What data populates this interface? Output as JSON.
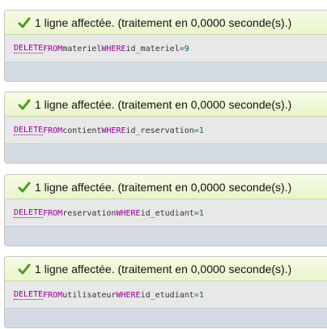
{
  "messages": [
    {
      "success_text": "1 ligne affectée. (traitement en 0,0000 seconde(s).)",
      "sql": {
        "delete": "DELETE",
        "from": "FROM",
        "table": "materiel",
        "where": "WHERE",
        "column": "id_materiel",
        "op": "=",
        "value": "9"
      }
    },
    {
      "success_text": "1 ligne affectée. (traitement en 0,0000 seconde(s).)",
      "sql": {
        "delete": "DELETE",
        "from": "FROM",
        "table": "contient",
        "where": "WHERE",
        "column": "id_reservation",
        "op": "=",
        "value": "1"
      }
    },
    {
      "success_text": "1 ligne affectée. (traitement en 0,0000 seconde(s).)",
      "sql": {
        "delete": "DELETE",
        "from": "FROM",
        "table": "reservation",
        "where": "WHERE",
        "column": "id_etudiant",
        "op": "=",
        "value": "1"
      }
    },
    {
      "success_text": "1 ligne affectée. (traitement en 0,0000 seconde(s).)",
      "sql": {
        "delete": "DELETE",
        "from": "FROM",
        "table": "utilisateur",
        "where": "WHERE",
        "column": "id_etudiant",
        "op": "=",
        "value": "1"
      }
    }
  ],
  "colors": {
    "success_bg": "#e9f5cc",
    "keyword": "#990099",
    "number": "#006666",
    "check_icon": "#4a9a1c"
  }
}
